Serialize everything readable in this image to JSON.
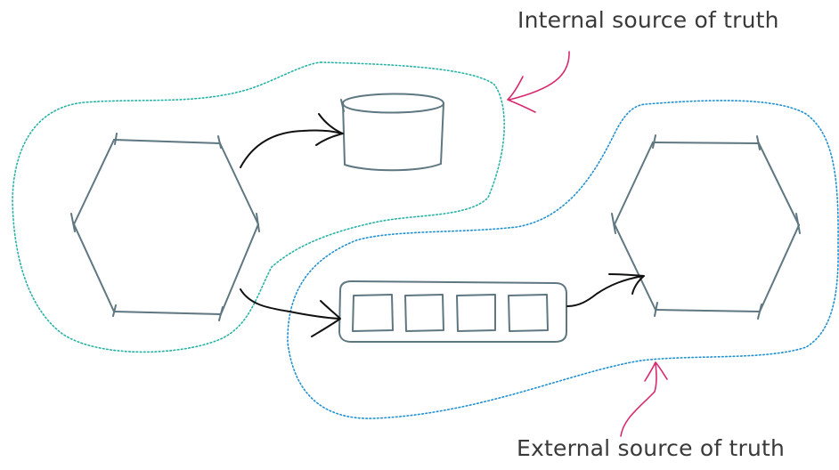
{
  "labels": {
    "internal": "Internal source of truth",
    "external": "External source of truth"
  },
  "colors": {
    "shape": "#5e7780",
    "arrow": "#111111",
    "pointer": "#d62a6e",
    "internal_boundary": "#27b3a6",
    "external_boundary": "#2191d2"
  },
  "elements": {
    "left_hexagon": "hexagon-icon",
    "right_hexagon": "hexagon-icon",
    "database": "database-cylinder-icon",
    "queue": "message-queue-icon",
    "queue_slots": 4
  }
}
